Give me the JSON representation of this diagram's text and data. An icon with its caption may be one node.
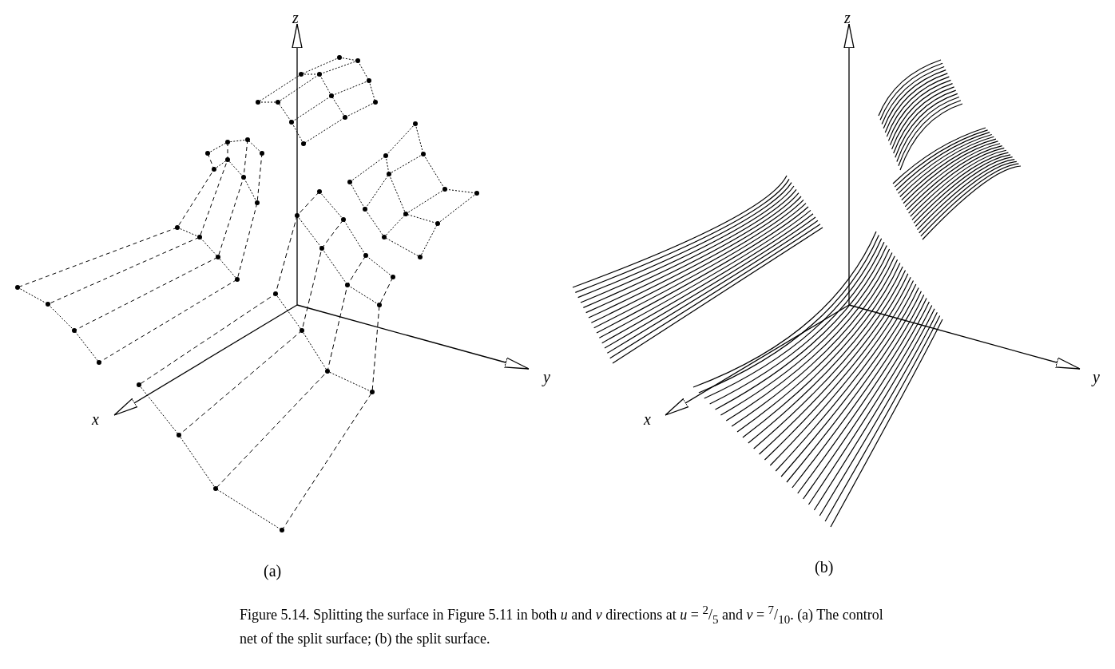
{
  "diagram": {
    "caption": "Figure 5.14. Splitting the surface in Figure 5.11 in both *u* and *v* directions at *u* = $^{2}$/$_{5}$ and *v* = $^{7}$/$_{10}$. (a) The control net of the split surface; (b) the split surface.",
    "labels": [
      "z",
      "y",
      "x",
      "(a)",
      "z",
      "y",
      "x",
      "(b)"
    ]
  }
}
